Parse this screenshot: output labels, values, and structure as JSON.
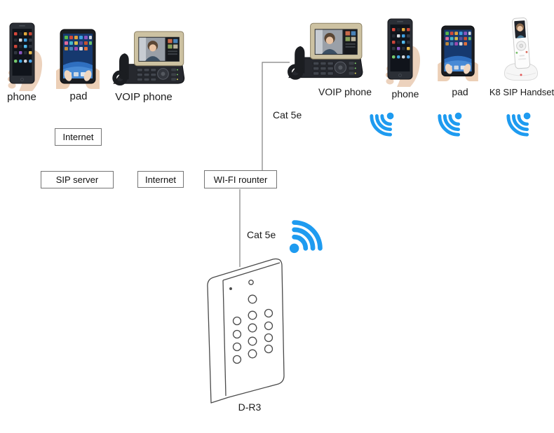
{
  "diagram": {
    "left_group": {
      "devices": [
        {
          "name": "phone",
          "label": "phone"
        },
        {
          "name": "pad",
          "label": "pad"
        },
        {
          "name": "voip-phone",
          "label": "VOIP phone"
        }
      ]
    },
    "right_group": {
      "devices": [
        {
          "name": "voip-phone",
          "label": "VOIP phone"
        },
        {
          "name": "phone",
          "label": "phone"
        },
        {
          "name": "pad",
          "label": "pad"
        },
        {
          "name": "k8-sip-handset",
          "label": "K8 SIP Handset"
        }
      ]
    },
    "boxes": {
      "internet_top": "Internet",
      "sip_server": "SIP server",
      "internet_mid": "Internet",
      "wifi_router": "WI-FI rounter"
    },
    "cables": {
      "top": "Cat 5e",
      "bottom": "Cat 5e"
    },
    "keypad_device": {
      "label": "D-R3"
    },
    "icons": {
      "wifi": "wifi-signal-icon"
    },
    "colors": {
      "wifi_blue": "#1E9BF0",
      "connector_gray": "#808080",
      "box_border": "#757575",
      "text": "#1a1a1a",
      "background": "#ffffff"
    }
  }
}
